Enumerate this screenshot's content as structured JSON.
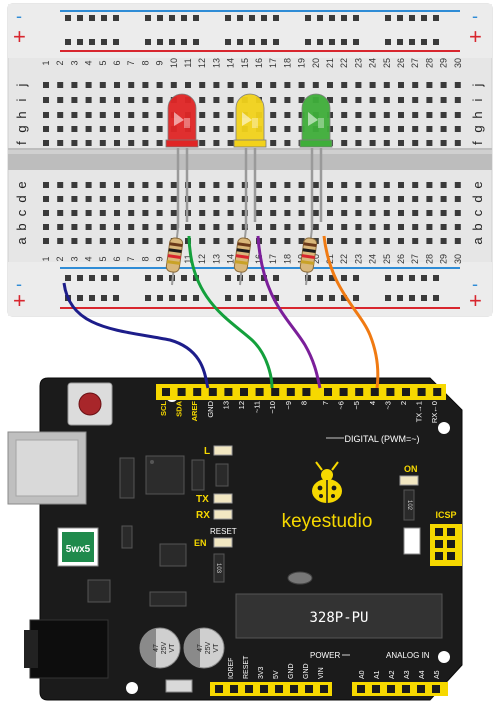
{
  "breadboard": {
    "plus_sign": "+",
    "minus_sign": "-",
    "row_letters_top": [
      "f",
      "g",
      "h",
      "i",
      "j"
    ],
    "row_letters_bottom": [
      "a",
      "b",
      "c",
      "d",
      "e"
    ],
    "column_numbers": [
      "1",
      "2",
      "3",
      "4",
      "5",
      "6",
      "7",
      "8",
      "9",
      "10",
      "11",
      "12",
      "13",
      "14",
      "15",
      "16",
      "17",
      "18",
      "19",
      "20",
      "21",
      "22",
      "23",
      "24",
      "25",
      "26",
      "27",
      "28",
      "29",
      "30"
    ]
  },
  "leds": [
    {
      "color": "red",
      "hex": "#e02626"
    },
    {
      "color": "yellow",
      "hex": "#f2d21b"
    },
    {
      "color": "green",
      "hex": "#3fae3a"
    }
  ],
  "wires": [
    {
      "color": "#1d1d8a"
    },
    {
      "color": "#14a03c"
    },
    {
      "color": "#7b1f9a"
    },
    {
      "color": "#f07a12"
    }
  ],
  "board": {
    "top_header_labels": [
      "SCL",
      "SDA",
      "AREF",
      "GND",
      "13",
      "12",
      "~11",
      "~10",
      "~9",
      "8",
      "7",
      "~6",
      "~5",
      "4",
      "~3",
      "2",
      "TX→1",
      "RX←0"
    ],
    "digital_label": "DIGITAL (PWM=~)",
    "led_l": "L",
    "led_tx": "TX",
    "led_rx": "RX",
    "led_on": "ON",
    "reset_label": "RESET",
    "en_label": "EN",
    "brand": "keyestudio",
    "icsp": "ICSP",
    "chip": "328P-PU",
    "fuse": "5wx5",
    "caps": [
      {
        "line1": "47",
        "line2": "25V",
        "line3": "VT"
      },
      {
        "line1": "47",
        "line2": "25V",
        "line3": "VT"
      }
    ],
    "power_label": "POWER",
    "power_pins": [
      "IOREF",
      "RESET",
      "3V3",
      "5V",
      "GND",
      "GND",
      "VIN"
    ],
    "analog_label": "ANALOG IN",
    "analog_pins": [
      "A0",
      "A1",
      "A2",
      "A3",
      "A4",
      "A5"
    ],
    "small_ic_1": "102",
    "small_ic_2": "103"
  },
  "colors": {
    "board": "#1b1b1b",
    "header": "#f6d800",
    "breadboard": "#e9e9e9",
    "rail_red": "#d8262e",
    "rail_blue": "#2f8cd6"
  }
}
